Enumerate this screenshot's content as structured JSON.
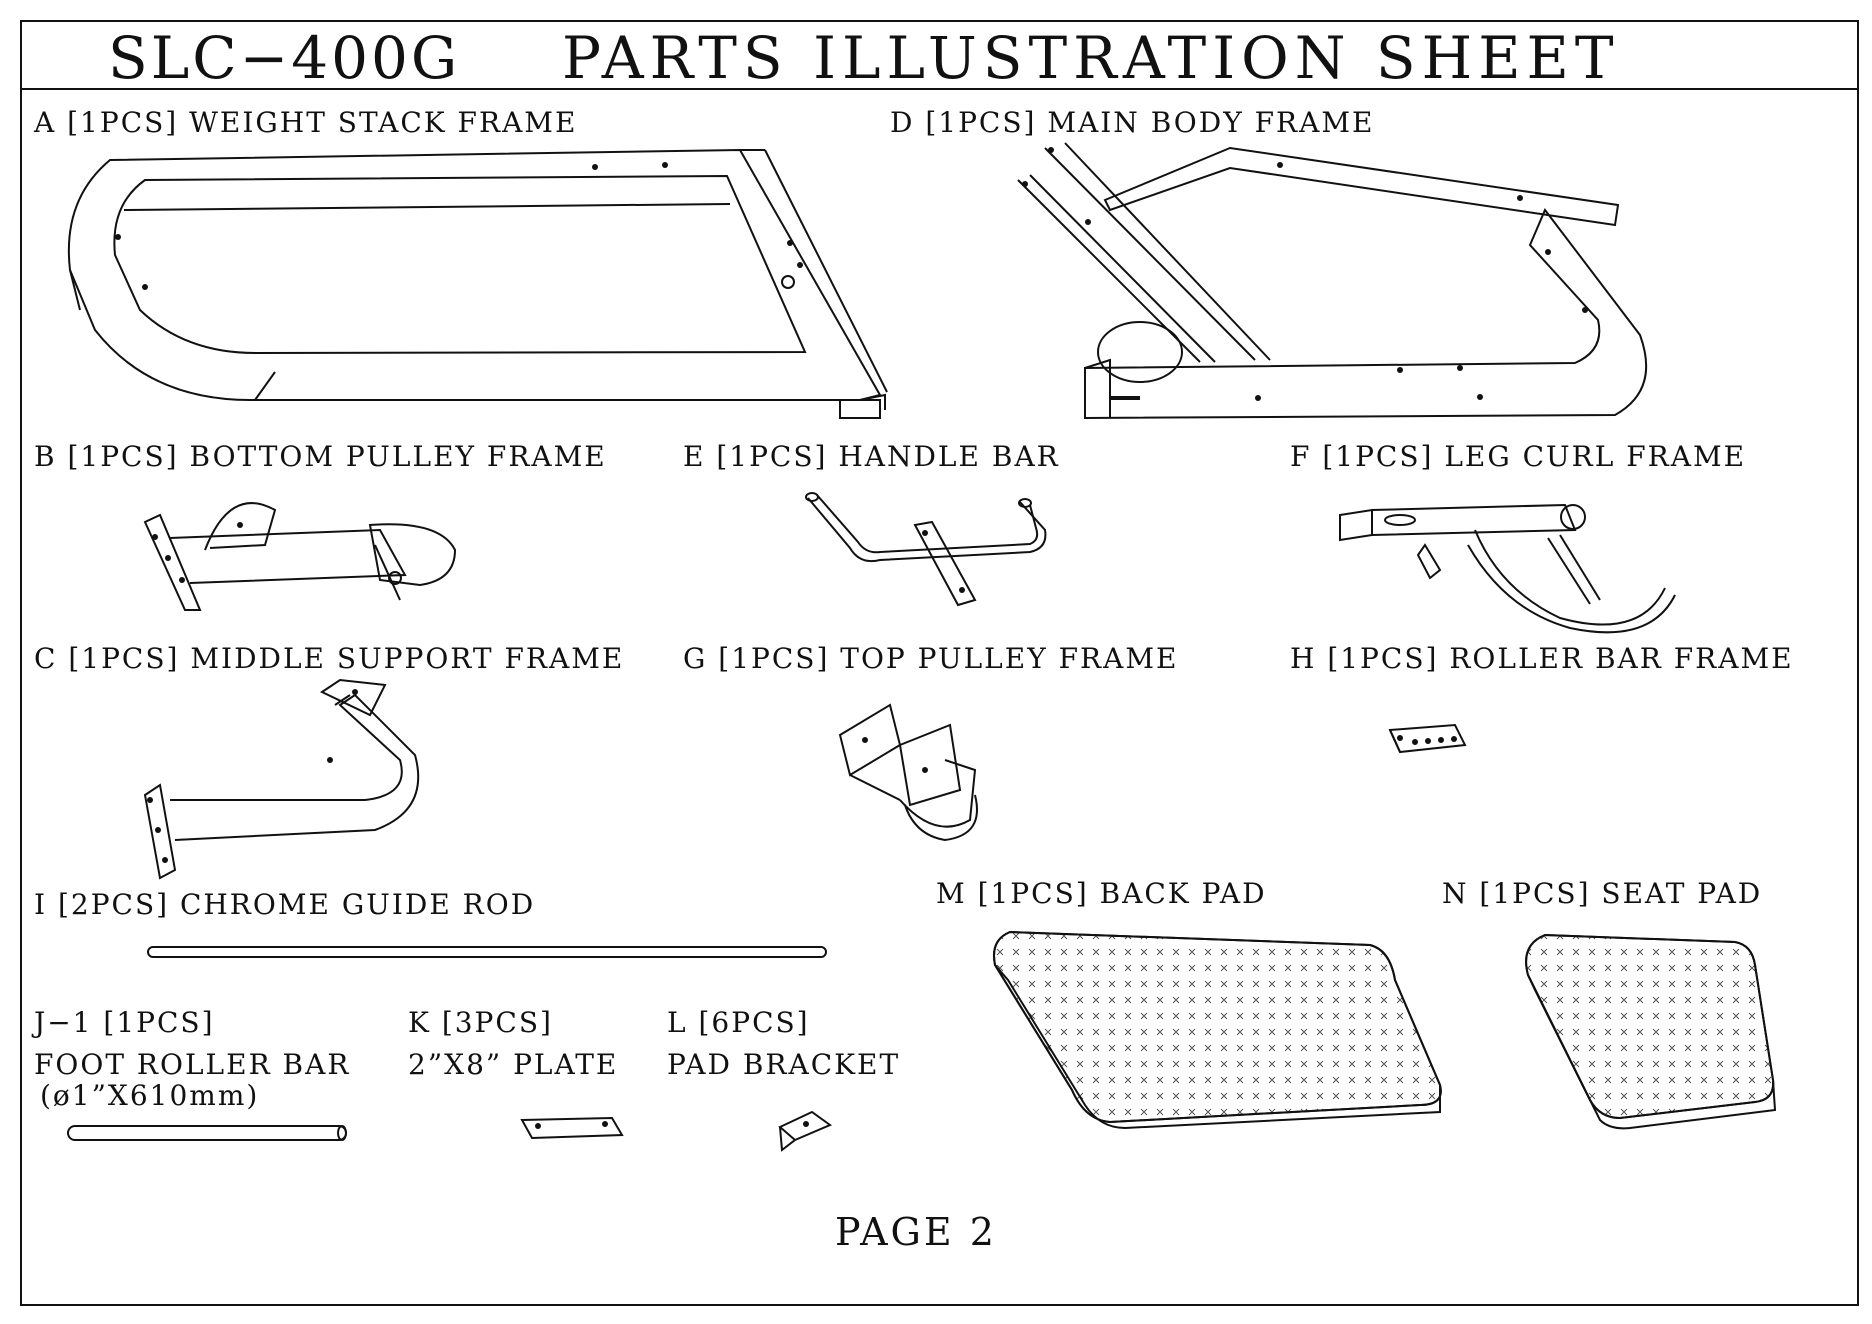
{
  "header": {
    "model": "SLC−400G",
    "title": "PARTS ILLUSTRATION SHEET"
  },
  "parts": {
    "A": "A [1PCS] WEIGHT STACK FRAME",
    "B": "B [1PCS] BOTTOM PULLEY FRAME",
    "C": "C [1PCS] MIDDLE SUPPORT FRAME",
    "D": "D [1PCS] MAIN BODY FRAME",
    "E": "E [1PCS] HANDLE BAR",
    "F": "F [1PCS] LEG CURL FRAME",
    "G": "G [1PCS] TOP PULLEY FRAME",
    "H": "H [1PCS] ROLLER BAR FRAME",
    "I": "I [2PCS] CHROME GUIDE ROD",
    "J1_qty": "J−1 [1PCS]",
    "J1_name": "FOOT ROLLER BAR",
    "J1_size": "(ø1”X610mm)",
    "K_qty": "K [3PCS]",
    "K_name": "2”X8” PLATE",
    "L_qty": "L [6PCS]",
    "L_name": "PAD BRACKET",
    "M": "M [1PCS] BACK PAD",
    "N": "N [1PCS] SEAT PAD"
  },
  "footer": {
    "page": "PAGE 2"
  }
}
